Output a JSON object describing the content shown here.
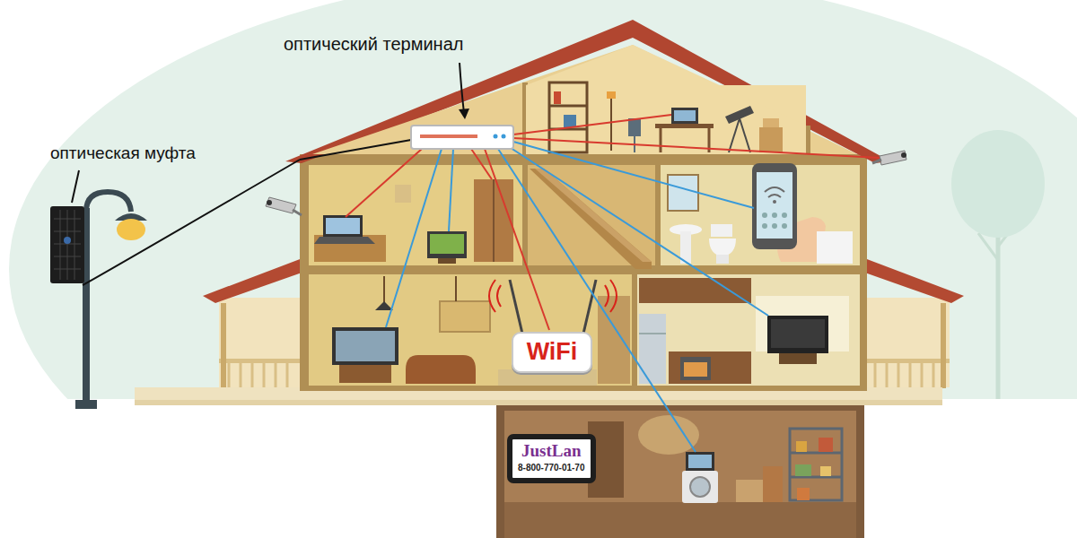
{
  "diagram": {
    "nodes": [
      {
        "text": [
          "WiFi"
        ]
      },
      {
        "text": [
          "JustLan",
          "8-800-770-01-70"
        ]
      }
    ],
    "labels": [
      "оптический терминал",
      "оптическая муфта"
    ]
  }
}
